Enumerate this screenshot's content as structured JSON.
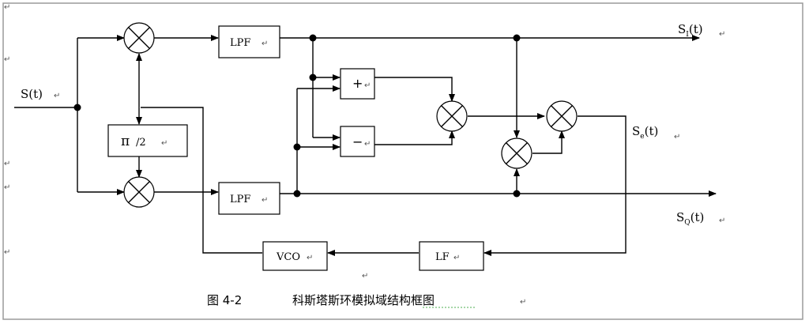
{
  "blocks": {
    "lpf_top": "LPF",
    "lpf_bottom": "LPF",
    "phase_shift_symbol": "π",
    "phase_shift_divisor": "/2",
    "adder_plus": "+",
    "adder_minus": "−",
    "vco": "VCO",
    "lf": "LF"
  },
  "signals": {
    "input_main": "S",
    "input_arg": "(t)",
    "out_i_main": "S",
    "out_i_sub": "I",
    "out_i_arg": "(t)",
    "err_main": "S",
    "err_sub": "e",
    "err_arg": "(t)",
    "out_q_main": "S",
    "out_q_sub": "Q",
    "out_q_arg": "(t)"
  },
  "caption": {
    "figure_number": "图 4-2",
    "title": "科斯塔斯环模拟域结构框图"
  },
  "paragraph_mark": "↵"
}
